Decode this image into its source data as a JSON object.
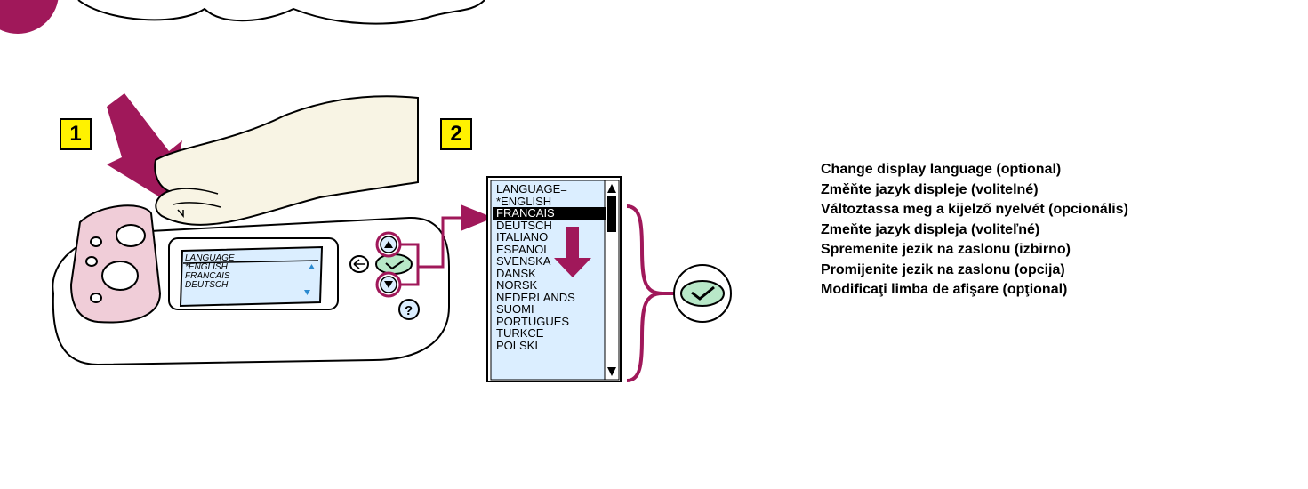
{
  "steps": {
    "step1": "1",
    "step2": "2"
  },
  "lcd_display": {
    "lines": [
      "LANGUAGE",
      "*ENGLISH",
      "FRANCAIS",
      "DEUTSCH"
    ]
  },
  "language_menu": {
    "header": "LANGUAGE=",
    "items": [
      "*ENGLISH",
      "FRANCAIS",
      "DEUTSCH",
      "ITALIANO",
      "ESPANOL",
      "SVENSKA",
      "DANSK",
      "NORSK",
      "NEDERLANDS",
      "SUOMI",
      "PORTUGUES",
      "TURKCE",
      "POLSKI"
    ],
    "selected": "FRANCAIS"
  },
  "instructions": [
    "Change display language (optional)",
    "Změňte jazyk displeje (volitelné)",
    "Változtassa meg a kijelző nyelvét (opcionális)",
    "Zmeňte jazyk displeja (voliteľné)",
    "Spremenite jezik na zaslonu (izbirno)",
    "Promijenite jezik na zaslonu (opcija)",
    "Modificaţi limba de afişare (opţional)"
  ],
  "colors": {
    "accent": "#a0185a",
    "highlight": "#fff200",
    "screen": "#dbeeff",
    "button": "#b8e8c8",
    "panel_pink": "#f0cdd8",
    "hand": "#f8f4e4"
  },
  "icons": [
    "down-arrow-icon",
    "up-arrow-button-icon",
    "down-arrow-button-icon",
    "checkmark-icon",
    "back-icon",
    "help-icon",
    "hand-icon"
  ]
}
